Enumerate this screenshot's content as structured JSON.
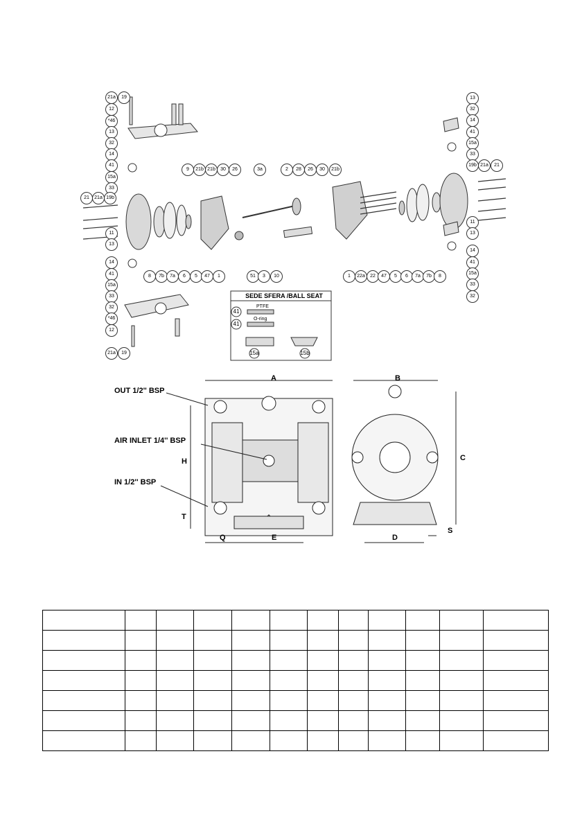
{
  "exploded_view": {
    "callouts_left_column": [
      "21a",
      "19",
      "12",
      "*46",
      "13",
      "32",
      "14",
      "41",
      "15a",
      "33",
      "11",
      "13",
      "14",
      "41",
      "15a",
      "33",
      "32",
      "*46",
      "12",
      "21a",
      "19"
    ],
    "callouts_left_side": [
      "21",
      "21a",
      "19b"
    ],
    "callouts_bottom_left": [
      "8",
      "7b",
      "7a",
      "6",
      "5",
      "47",
      "1"
    ],
    "callouts_top_center": [
      "9",
      "21b",
      "21b",
      "30",
      "26",
      "3a",
      "2",
      "28",
      "26",
      "30",
      "21b"
    ],
    "callouts_bottom_center": [
      "51",
      "3",
      "10"
    ],
    "callouts_bottom_right": [
      "1",
      "22a",
      "22",
      "47",
      "5",
      "6",
      "7a",
      "7b",
      "8"
    ],
    "callouts_right_column": [
      "13",
      "32",
      "14",
      "41",
      "15a",
      "33",
      "19b",
      "21a",
      "21",
      "11",
      "13",
      "14",
      "41",
      "15a",
      "33",
      "32"
    ],
    "inset": {
      "title": "SEDE SFERA /BALL SEAT",
      "ptfe_label": "PTFE",
      "oring_label": "O-ring",
      "item_41": "41",
      "item_15a": "15a",
      "item_15b": "15b"
    }
  },
  "dimension_drawing": {
    "ports": {
      "outlet": "OUT 1/2'' BSP",
      "air_inlet": "AIR INLET 1/4'' BSP",
      "inlet": "IN 1/2'' BSP"
    },
    "dims": {
      "A": "A",
      "B": "B",
      "C": "C",
      "D": "D",
      "E": "E",
      "H": "H",
      "Q": "Q",
      "S": "S",
      "T": "T"
    }
  },
  "spec_table": {
    "rows": 7,
    "col_widths": [
      118,
      44,
      53,
      54,
      54,
      53,
      44,
      42,
      53,
      48,
      62,
      93
    ]
  }
}
